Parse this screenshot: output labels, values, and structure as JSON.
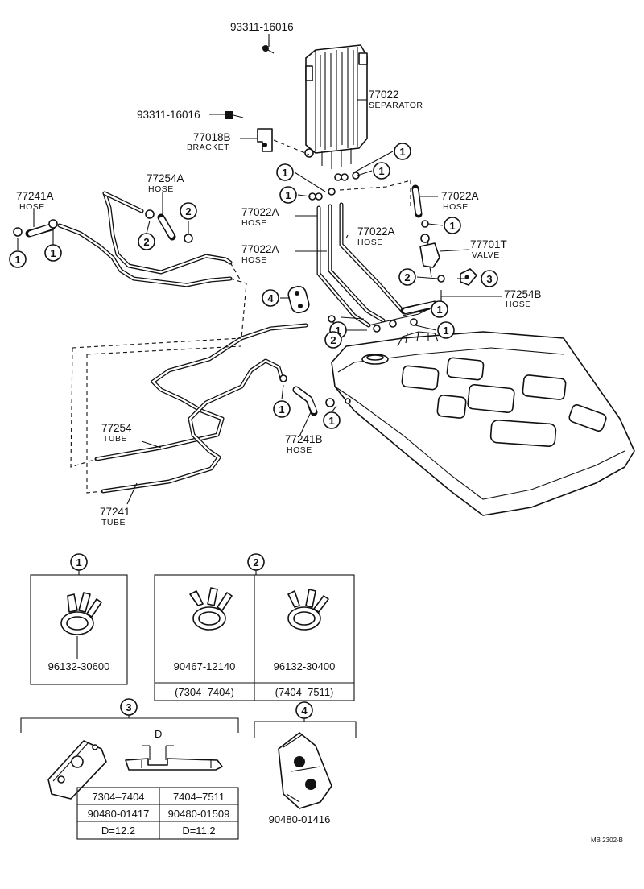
{
  "parts": {
    "bolt_top": {
      "number": "93311-16016"
    },
    "separator": {
      "number": "77022",
      "caption": "SEPARATOR"
    },
    "bolt_left": {
      "number": "93311-16016"
    },
    "bracket": {
      "number": "77018B",
      "caption": "BRACKET"
    },
    "hose_77254a": {
      "number": "77254A",
      "caption": "HOSE"
    },
    "hose_77241a": {
      "number": "77241A",
      "caption": "HOSE"
    },
    "hose_77022a_right": {
      "number": "77022A",
      "caption": "HOSE"
    },
    "hose_77022a_left_upper": {
      "number": "77022A",
      "caption": "HOSE"
    },
    "hose_77022a_mid": {
      "number": "77022A",
      "caption": "HOSE"
    },
    "hose_77022a_left_lower": {
      "number": "77022A",
      "caption": "HOSE"
    },
    "valve": {
      "number": "77701T",
      "caption": "VALVE"
    },
    "hose_77254b": {
      "number": "77254B",
      "caption": "HOSE"
    },
    "tube_77254": {
      "number": "77254",
      "caption": "TUBE"
    },
    "hose_77241b": {
      "number": "77241B",
      "caption": "HOSE"
    },
    "tube_77241": {
      "number": "77241",
      "caption": "TUBE"
    }
  },
  "callouts": {
    "c1": "1",
    "c2": "2",
    "c3": "3",
    "c4": "4"
  },
  "detail1": {
    "number": "96132-30600"
  },
  "detail2": {
    "left_number": "90467-12140",
    "right_number": "96132-30400",
    "left_range": "(7304–7404)",
    "right_range": "(7404–7511)"
  },
  "detail3": {
    "dim_label": "D",
    "headers": [
      "7304–7404",
      "7404–7511"
    ],
    "numbers": [
      "90480-01417",
      "90480-01509"
    ],
    "dims": [
      "D=12.2",
      "D=11.2"
    ]
  },
  "detail4": {
    "number": "90480-01416"
  },
  "footer": {
    "code": "MB 2302-B"
  }
}
